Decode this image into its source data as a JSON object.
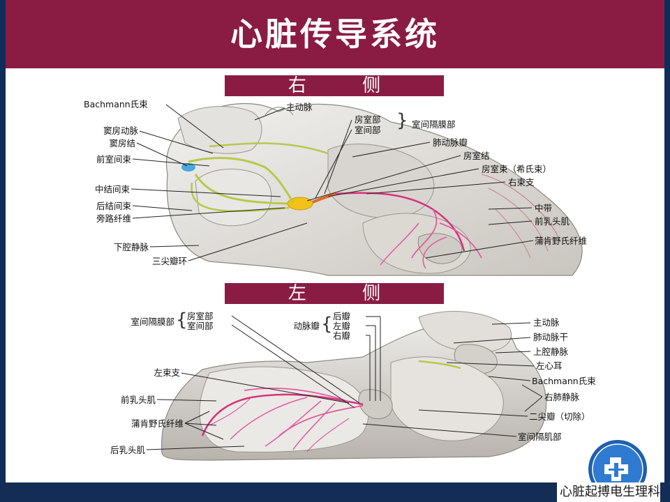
{
  "title": "心脏传导系统",
  "sections": {
    "right": "右 侧",
    "left": "左 侧"
  },
  "right_labels": {
    "bachmann": "Bachmann氏束",
    "aorta": "主动脉",
    "membranous_av": "房室部",
    "membranous_iv": "室间部",
    "membranous_septum": "室间隔膜部",
    "sa_artery": "窦房动脉",
    "pulm_valve": "肺动脉瓣",
    "sa_node": "窦房结",
    "av_node": "房室结",
    "ant_internodal": "前室间束",
    "his_bundle": "房室束（希氏束）",
    "right_bundle": "右束支",
    "mid_internodal": "中结间束",
    "post_internodal": "后结间束",
    "moderator_band": "中带",
    "bypass_fibers": "旁路纤维",
    "ant_papillary": "前乳头肌",
    "purkinje": "蒲肯野氏纤维",
    "ivc": "下腔静脉",
    "tricuspid_ring": "三尖瓣环"
  },
  "left_labels": {
    "septum_membranous": "室间隔膜部",
    "av_part": "房室部",
    "iv_part": "室间部",
    "aortic_valve": "动脉瓣",
    "posterior_cusp": "后瓣",
    "left_cusp": "左瓣",
    "right_cusp": "右瓣",
    "aorta": "主动脉",
    "pulm_trunk": "肺动脉干",
    "svc": "上腔静脉",
    "left_bundle": "左束支",
    "left_auricle": "左心耳",
    "bachmann": "Bachmann氏束",
    "ant_papillary": "前乳头肌",
    "right_pulm_veins": "右肺静脉",
    "purkinje": "蒲肯野氏纤维",
    "mitral_valve": "二尖瓣（切除）",
    "post_papillary": "后乳头肌",
    "septum_muscular": "室间隔肌部"
  },
  "footer": {
    "text": "心脏起搏电生理科"
  }
}
